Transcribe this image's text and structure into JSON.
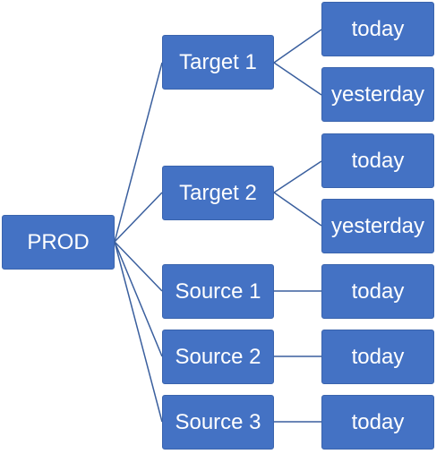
{
  "root": {
    "label": "PROD"
  },
  "branches": [
    {
      "label": "Target 1",
      "children": [
        "today",
        "yesterday"
      ]
    },
    {
      "label": "Target 2",
      "children": [
        "today",
        "yesterday"
      ]
    },
    {
      "label": "Source 1",
      "children": [
        "today"
      ]
    },
    {
      "label": "Source 2",
      "children": [
        "today"
      ]
    },
    {
      "label": "Source 3",
      "children": [
        "today"
      ]
    }
  ],
  "colors": {
    "node_fill": "#4472c4",
    "node_border": "#3a64ad",
    "connector": "#3a5f9e",
    "text": "#ffffff"
  }
}
